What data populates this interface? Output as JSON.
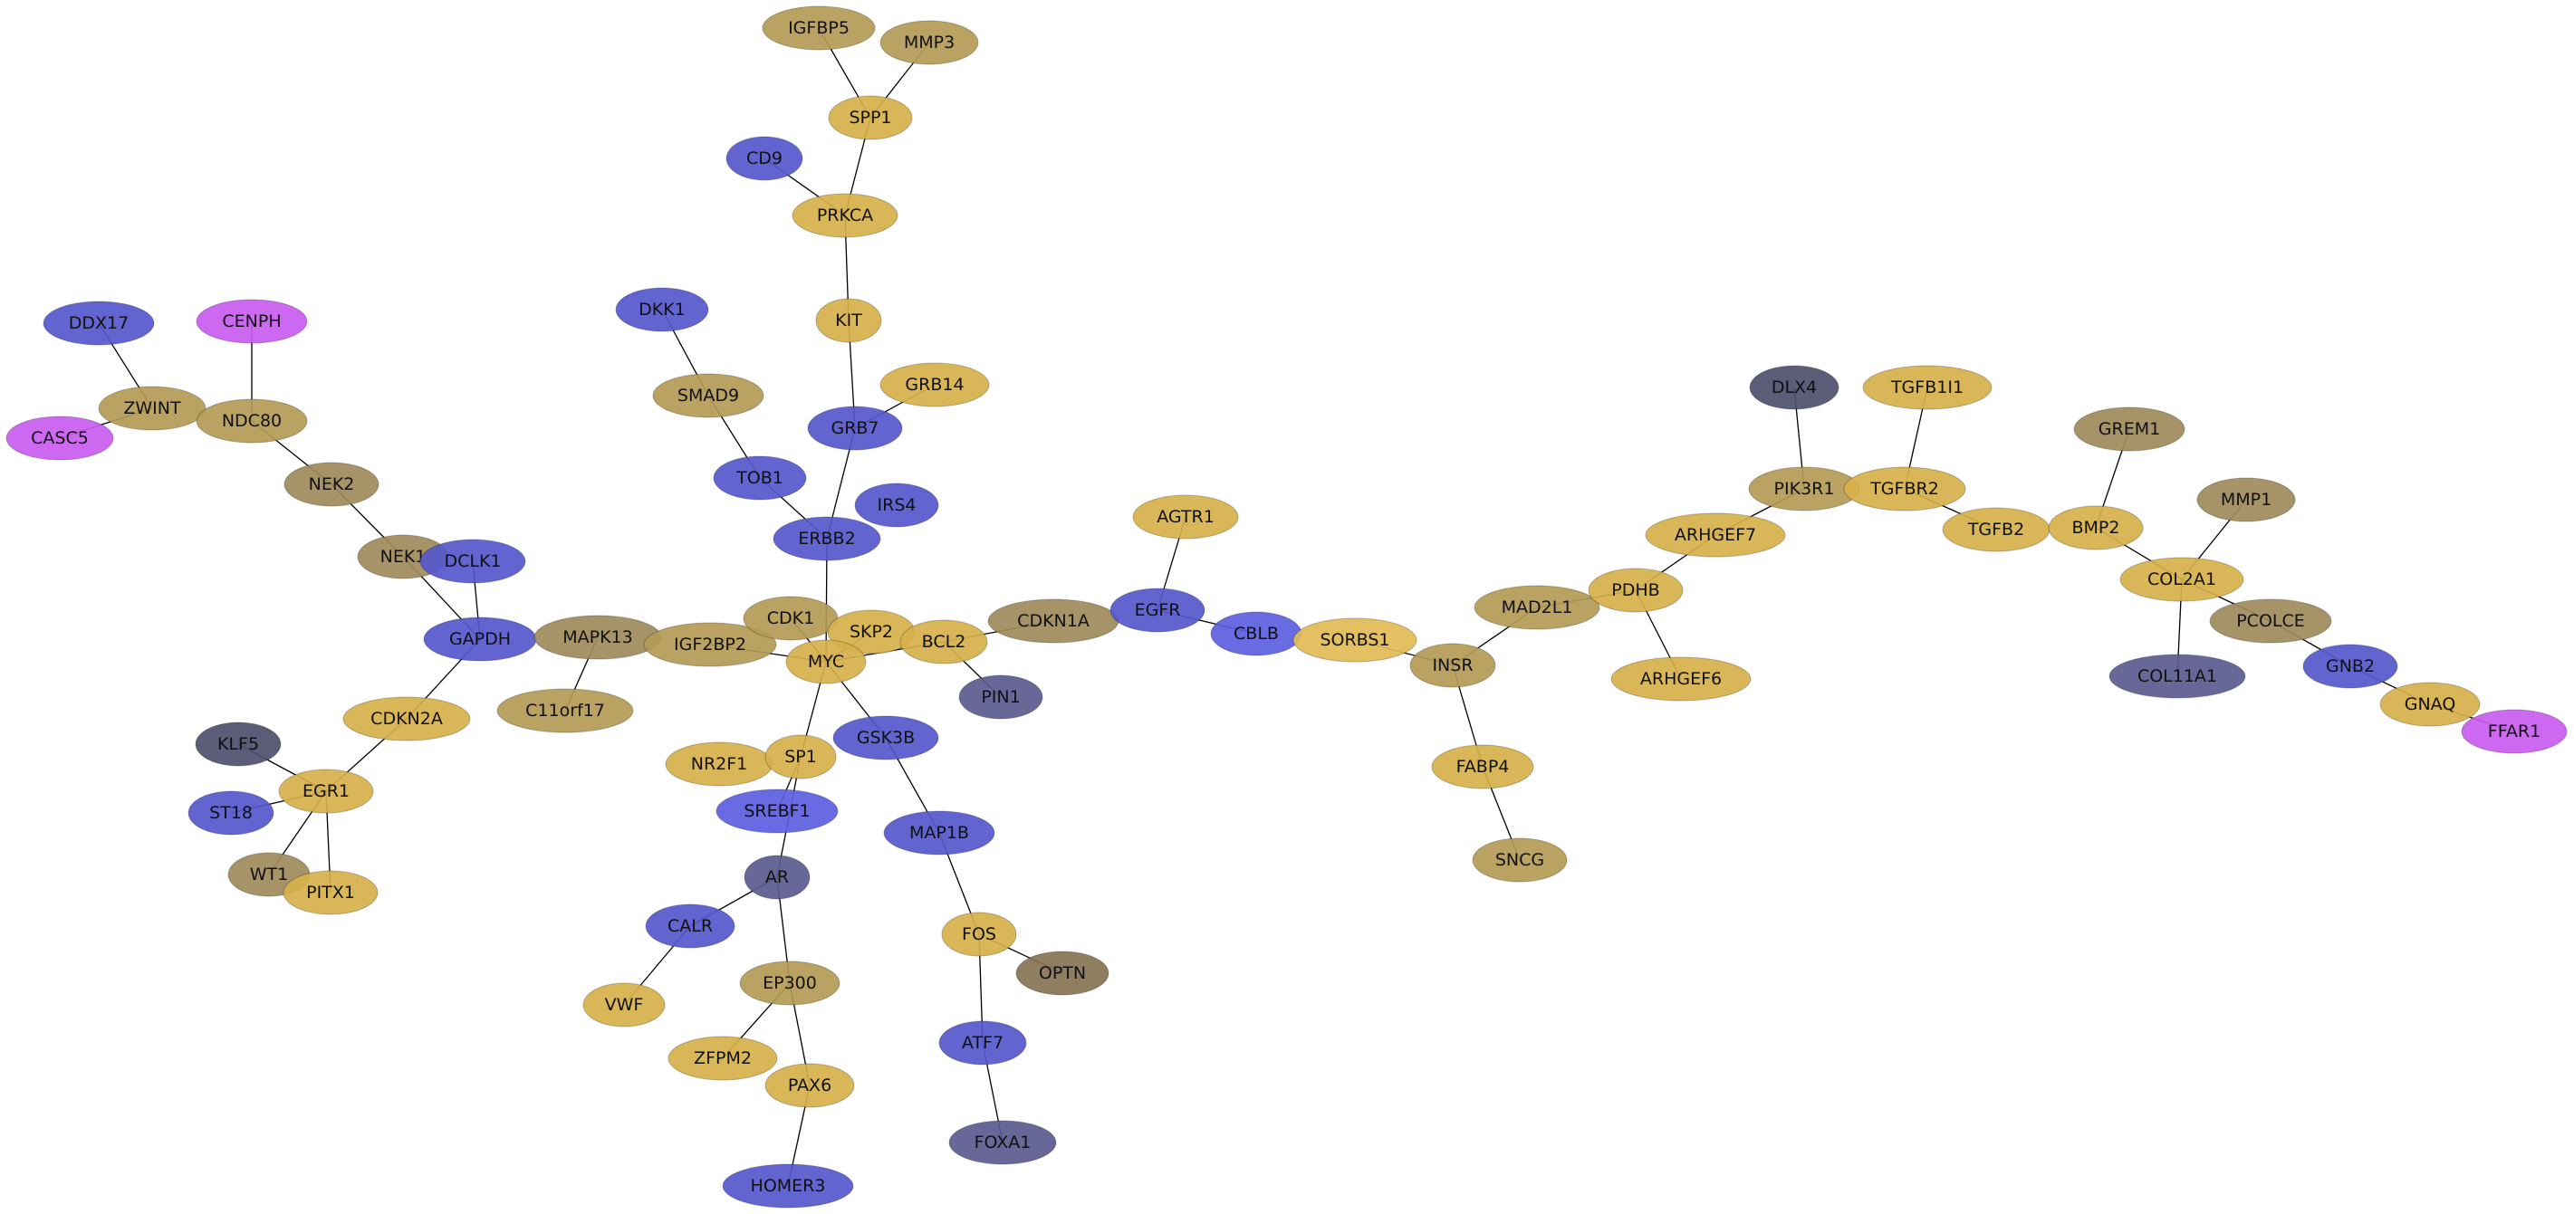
{
  "colors": {
    "gold": "#d6b04a",
    "gold_light": "#e2bb55",
    "olive": "#b39a55",
    "brown": "#9e8a5a",
    "dark_brown": "#857352",
    "blue": "#5558cc",
    "blue_bright": "#5c5ee0",
    "slate": "#5a5b8e",
    "dark_slate": "#4e4f6e",
    "purple": "#c95cf0",
    "edge": "#000000",
    "background": "#ffffff"
  },
  "nodes": [
    {
      "id": "IGFBP5",
      "color": "olive"
    },
    {
      "id": "MMP3",
      "color": "olive"
    },
    {
      "id": "SPP1",
      "color": "gold"
    },
    {
      "id": "CD9",
      "color": "blue"
    },
    {
      "id": "PRKCA",
      "color": "gold"
    },
    {
      "id": "KIT",
      "color": "gold"
    },
    {
      "id": "GRB14",
      "color": "gold"
    },
    {
      "id": "GRB7",
      "color": "blue"
    },
    {
      "id": "DKK1",
      "color": "blue"
    },
    {
      "id": "SMAD9",
      "color": "olive"
    },
    {
      "id": "TOB1",
      "color": "blue"
    },
    {
      "id": "IRS4",
      "color": "blue"
    },
    {
      "id": "ERBB2",
      "color": "blue"
    },
    {
      "id": "DDX17",
      "color": "blue"
    },
    {
      "id": "CENPH",
      "color": "purple"
    },
    {
      "id": "ZWINT",
      "color": "olive"
    },
    {
      "id": "NDC80",
      "color": "olive"
    },
    {
      "id": "CASC5",
      "color": "purple"
    },
    {
      "id": "NEK2",
      "color": "brown"
    },
    {
      "id": "NEK1",
      "color": "brown"
    },
    {
      "id": "DCLK1",
      "color": "blue"
    },
    {
      "id": "GAPDH",
      "color": "blue"
    },
    {
      "id": "MAPK13",
      "color": "brown"
    },
    {
      "id": "IGF2BP2",
      "color": "olive"
    },
    {
      "id": "C11orf17",
      "color": "olive"
    },
    {
      "id": "CDK1",
      "color": "olive"
    },
    {
      "id": "SKP2",
      "color": "gold"
    },
    {
      "id": "MYC",
      "color": "gold"
    },
    {
      "id": "BCL2",
      "color": "gold"
    },
    {
      "id": "CDKN1A",
      "color": "brown"
    },
    {
      "id": "PIN1",
      "color": "slate"
    },
    {
      "id": "AGTR1",
      "color": "gold"
    },
    {
      "id": "EGFR",
      "color": "blue"
    },
    {
      "id": "CBLB",
      "color": "blue_bright"
    },
    {
      "id": "SORBS1",
      "color": "gold_light"
    },
    {
      "id": "CDKN2A",
      "color": "gold"
    },
    {
      "id": "KLF5",
      "color": "dark_slate"
    },
    {
      "id": "EGR1",
      "color": "gold"
    },
    {
      "id": "ST18",
      "color": "blue"
    },
    {
      "id": "WT1",
      "color": "brown"
    },
    {
      "id": "PITX1",
      "color": "gold"
    },
    {
      "id": "NR2F1",
      "color": "gold"
    },
    {
      "id": "SP1",
      "color": "gold"
    },
    {
      "id": "GSK3B",
      "color": "blue"
    },
    {
      "id": "SREBF1",
      "color": "blue_bright"
    },
    {
      "id": "MAP1B",
      "color": "blue"
    },
    {
      "id": "AR",
      "color": "slate"
    },
    {
      "id": "CALR",
      "color": "blue"
    },
    {
      "id": "VWF",
      "color": "gold"
    },
    {
      "id": "EP300",
      "color": "olive"
    },
    {
      "id": "ZFPM2",
      "color": "gold"
    },
    {
      "id": "PAX6",
      "color": "gold"
    },
    {
      "id": "HOMER3",
      "color": "blue"
    },
    {
      "id": "FOS",
      "color": "gold"
    },
    {
      "id": "OPTN",
      "color": "dark_brown"
    },
    {
      "id": "ATF7",
      "color": "blue"
    },
    {
      "id": "FOXA1",
      "color": "slate"
    },
    {
      "id": "INSR",
      "color": "olive"
    },
    {
      "id": "MAD2L1",
      "color": "olive"
    },
    {
      "id": "PDHB",
      "color": "gold"
    },
    {
      "id": "ARHGEF7",
      "color": "gold"
    },
    {
      "id": "ARHGEF6",
      "color": "gold"
    },
    {
      "id": "FABP4",
      "color": "gold"
    },
    {
      "id": "SNCG",
      "color": "olive"
    },
    {
      "id": "DLX4",
      "color": "dark_slate"
    },
    {
      "id": "PIK3R1",
      "color": "olive"
    },
    {
      "id": "TGFB1I1",
      "color": "gold"
    },
    {
      "id": "TGFBR2",
      "color": "gold"
    },
    {
      "id": "TGFB2",
      "color": "gold"
    },
    {
      "id": "GREM1",
      "color": "brown"
    },
    {
      "id": "BMP2",
      "color": "gold"
    },
    {
      "id": "MMP1",
      "color": "brown"
    },
    {
      "id": "COL2A1",
      "color": "gold"
    },
    {
      "id": "PCOLCE",
      "color": "brown"
    },
    {
      "id": "COL11A1",
      "color": "slate"
    },
    {
      "id": "GNB2",
      "color": "blue"
    },
    {
      "id": "GNAQ",
      "color": "gold"
    },
    {
      "id": "FFAR1",
      "color": "purple"
    }
  ],
  "edges": [
    [
      "IGFBP5",
      "SPP1"
    ],
    [
      "MMP3",
      "SPP1"
    ],
    [
      "SPP1",
      "PRKCA"
    ],
    [
      "CD9",
      "PRKCA"
    ],
    [
      "PRKCA",
      "KIT"
    ],
    [
      "KIT",
      "GRB7"
    ],
    [
      "GRB14",
      "GRB7"
    ],
    [
      "GRB7",
      "ERBB2"
    ],
    [
      "DKK1",
      "SMAD9"
    ],
    [
      "SMAD9",
      "TOB1"
    ],
    [
      "TOB1",
      "ERBB2"
    ],
    [
      "ERBB2",
      "MYC"
    ],
    [
      "DDX17",
      "ZWINT"
    ],
    [
      "ZWINT",
      "CASC5"
    ],
    [
      "CENPH",
      "NDC80"
    ],
    [
      "NDC80",
      "NEK2"
    ],
    [
      "NEK2",
      "NEK1"
    ],
    [
      "NEK1",
      "GAPDH"
    ],
    [
      "DCLK1",
      "GAPDH"
    ],
    [
      "GAPDH",
      "CDKN2A"
    ],
    [
      "MAPK13",
      "C11orf17"
    ],
    [
      "IGF2BP2",
      "MYC"
    ],
    [
      "CDK1",
      "MYC"
    ],
    [
      "SKP2",
      "MYC"
    ],
    [
      "MYC",
      "BCL2"
    ],
    [
      "BCL2",
      "CDKN1A"
    ],
    [
      "BCL2",
      "PIN1"
    ],
    [
      "AGTR1",
      "EGFR"
    ],
    [
      "EGFR",
      "CBLB"
    ],
    [
      "SORBS1",
      "INSR"
    ],
    [
      "CDKN2A",
      "EGR1"
    ],
    [
      "KLF5",
      "EGR1"
    ],
    [
      "ST18",
      "EGR1"
    ],
    [
      "EGR1",
      "WT1"
    ],
    [
      "EGR1",
      "PITX1"
    ],
    [
      "MYC",
      "SP1"
    ],
    [
      "MYC",
      "GSK3B"
    ],
    [
      "GSK3B",
      "MAP1B"
    ],
    [
      "SP1",
      "SREBF1"
    ],
    [
      "SP1",
      "AR"
    ],
    [
      "AR",
      "CALR"
    ],
    [
      "CALR",
      "VWF"
    ],
    [
      "AR",
      "EP300"
    ],
    [
      "EP300",
      "ZFPM2"
    ],
    [
      "EP300",
      "PAX6"
    ],
    [
      "PAX6",
      "HOMER3"
    ],
    [
      "MAP1B",
      "FOS"
    ],
    [
      "FOS",
      "OPTN"
    ],
    [
      "FOS",
      "ATF7"
    ],
    [
      "ATF7",
      "FOXA1"
    ],
    [
      "INSR",
      "MAD2L1"
    ],
    [
      "INSR",
      "FABP4"
    ],
    [
      "FABP4",
      "SNCG"
    ],
    [
      "MAD2L1",
      "PDHB"
    ],
    [
      "PDHB",
      "ARHGEF7"
    ],
    [
      "PDHB",
      "ARHGEF6"
    ],
    [
      "ARHGEF7",
      "PIK3R1"
    ],
    [
      "DLX4",
      "PIK3R1"
    ],
    [
      "TGFB1I1",
      "TGFBR2"
    ],
    [
      "TGFBR2",
      "TGFB2"
    ],
    [
      "GREM1",
      "BMP2"
    ],
    [
      "BMP2",
      "COL2A1"
    ],
    [
      "MMP1",
      "COL2A1"
    ],
    [
      "COL2A1",
      "PCOLCE"
    ],
    [
      "COL2A1",
      "COL11A1"
    ],
    [
      "PCOLCE",
      "GNB2"
    ],
    [
      "GNB2",
      "GNAQ"
    ],
    [
      "GNAQ",
      "FFAR1"
    ]
  ]
}
